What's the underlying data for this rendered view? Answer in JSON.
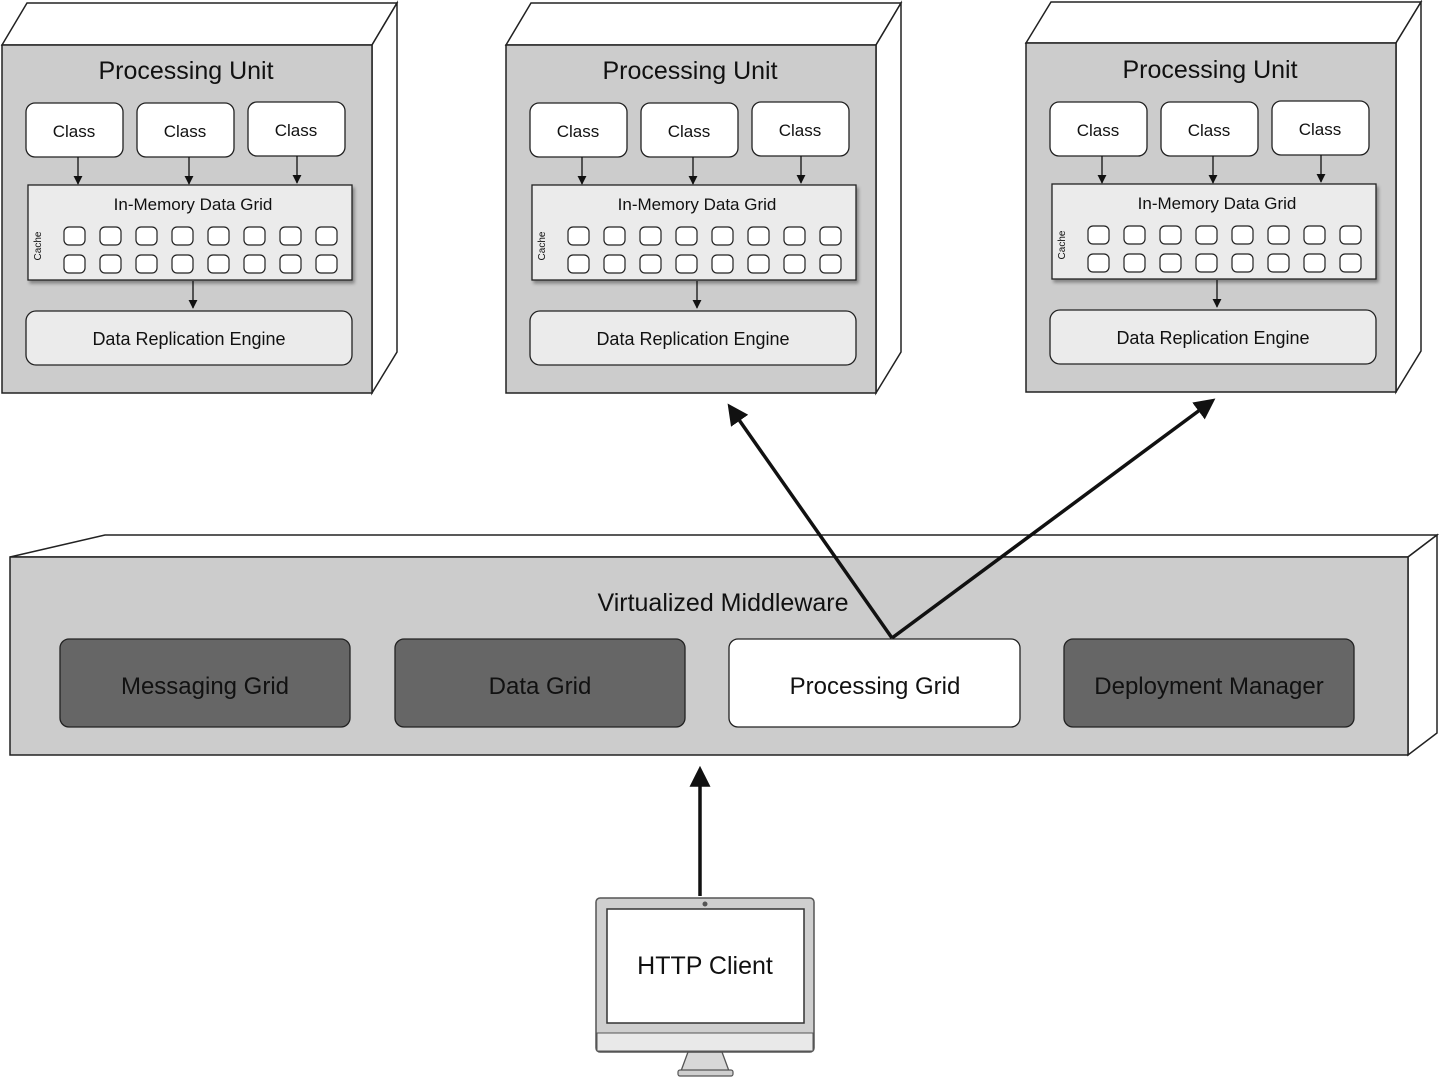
{
  "processing_units": [
    {
      "title": "Processing Unit",
      "classes": [
        "Class",
        "Class",
        "Class"
      ],
      "data_grid": {
        "title": "In-Memory Data Grid",
        "cache_label": "Cache"
      },
      "replication_engine": "Data Replication Engine"
    },
    {
      "title": "Processing Unit",
      "classes": [
        "Class",
        "Class",
        "Class"
      ],
      "data_grid": {
        "title": "In-Memory Data Grid",
        "cache_label": "Cache"
      },
      "replication_engine": "Data Replication Engine"
    },
    {
      "title": "Processing Unit",
      "classes": [
        "Class",
        "Class",
        "Class"
      ],
      "data_grid": {
        "title": "In-Memory Data Grid",
        "cache_label": "Cache"
      },
      "replication_engine": "Data Replication Engine"
    }
  ],
  "middleware": {
    "title": "Virtualized Middleware",
    "components": [
      {
        "label": "Messaging Grid",
        "highlighted": false
      },
      {
        "label": "Data Grid",
        "highlighted": false
      },
      {
        "label": "Processing Grid",
        "highlighted": true
      },
      {
        "label": "Deployment Manager",
        "highlighted": false
      }
    ]
  },
  "client": {
    "label": "HTTP Client"
  },
  "colors": {
    "box_fill": "#cccccc",
    "box_side": "#ffffff",
    "grid_fill": "#ebebeb",
    "component_dark": "#666666",
    "component_light": "#ffffff",
    "stroke": "#222222"
  }
}
